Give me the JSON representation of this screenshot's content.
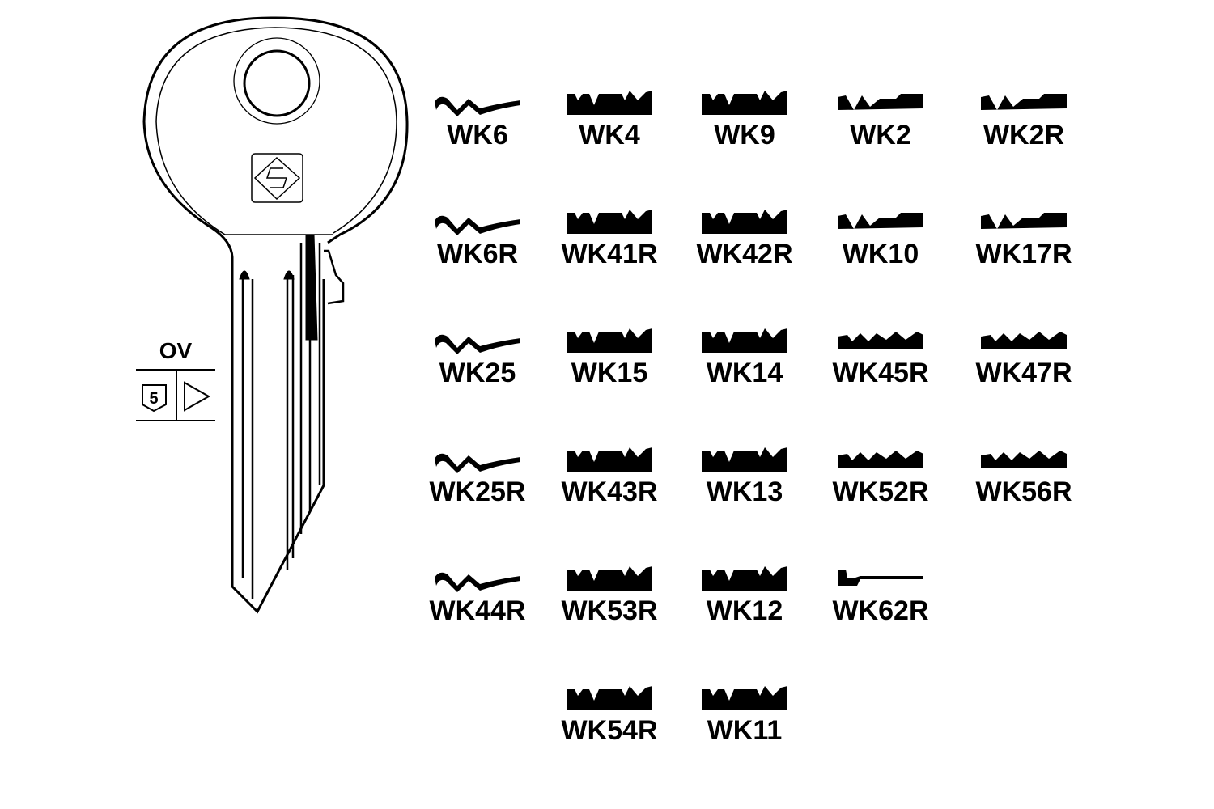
{
  "key": {
    "series": "OV",
    "pin_count": "5",
    "logo": "S"
  },
  "profiles": [
    {
      "label": "WK6"
    },
    {
      "label": "WK4"
    },
    {
      "label": "WK9"
    },
    {
      "label": "WK2"
    },
    {
      "label": "WK2R"
    },
    {
      "label": "WK6R"
    },
    {
      "label": "WK41R"
    },
    {
      "label": "WK42R"
    },
    {
      "label": "WK10"
    },
    {
      "label": "WK17R"
    },
    {
      "label": "WK25"
    },
    {
      "label": "WK15"
    },
    {
      "label": "WK14"
    },
    {
      "label": "WK45R"
    },
    {
      "label": "WK47R"
    },
    {
      "label": "WK25R"
    },
    {
      "label": "WK43R"
    },
    {
      "label": "WK13"
    },
    {
      "label": "WK52R"
    },
    {
      "label": "WK56R"
    },
    {
      "label": "WK44R"
    },
    {
      "label": "WK53R"
    },
    {
      "label": "WK12"
    },
    {
      "label": "WK62R"
    },
    {
      "label": "WK54R"
    },
    {
      "label": "WK11"
    }
  ]
}
